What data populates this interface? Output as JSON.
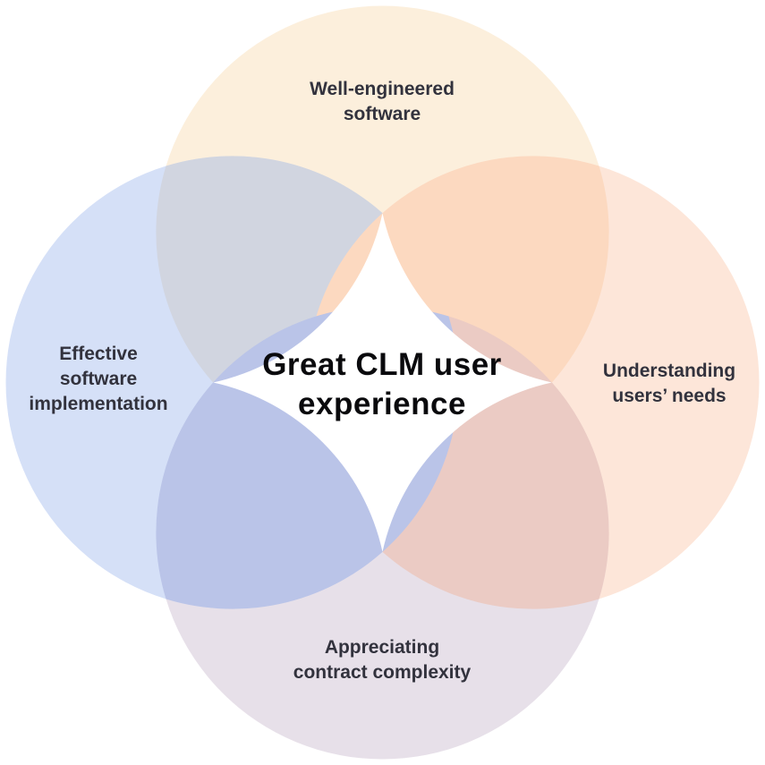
{
  "center": {
    "lines": [
      "Great CLM user",
      "experience"
    ]
  },
  "labels": {
    "top": {
      "lines": [
        "Well-engineered",
        "software"
      ]
    },
    "right": {
      "lines": [
        "Understanding",
        "users’ needs"
      ]
    },
    "bottom": {
      "lines": [
        "Appreciating",
        "contract complexity"
      ]
    },
    "left": {
      "lines": [
        "Effective",
        "software",
        "implementation"
      ]
    }
  },
  "colors": {
    "circle_top": "#fcefdc",
    "circle_right": "#fde6d9",
    "circle_bottom": "#e7e0e9",
    "circle_left": "#d5e0f7",
    "overlap_top_left": "#d1d5e0",
    "overlap_top_right": "#fcd9c0",
    "overlap_bottom_left": "#bac4e8",
    "overlap_bottom_right": "#ebcbc4",
    "center_background": "#ffffff",
    "label_text": "#32323d",
    "center_text": "#0a0a0d"
  }
}
